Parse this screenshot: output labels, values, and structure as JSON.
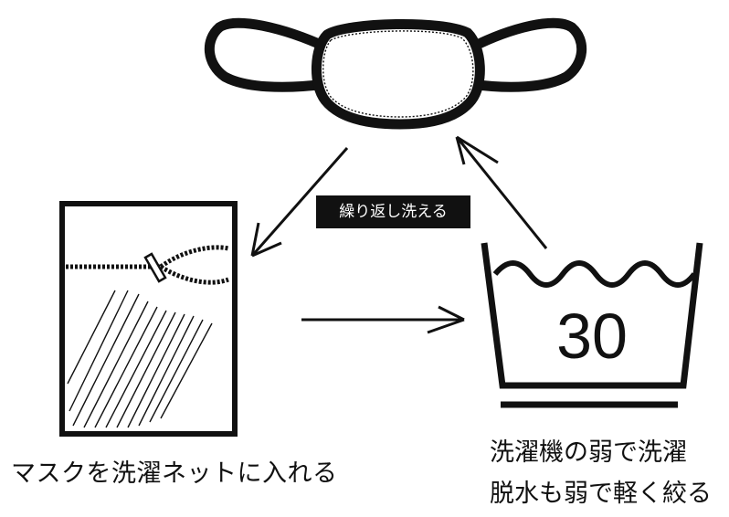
{
  "cycle_label": "繰り返し洗える",
  "net_caption": "マスクを洗濯ネットに入れる",
  "wash_caption_line1": "洗濯機の弱で洗濯",
  "wash_caption_line2": "脱水も弱で軽く絞る",
  "temperature_value": "30",
  "ink_color": "#111111",
  "icons": [
    "face-mask-icon",
    "laundry-net-icon",
    "wash-tub-icon"
  ]
}
